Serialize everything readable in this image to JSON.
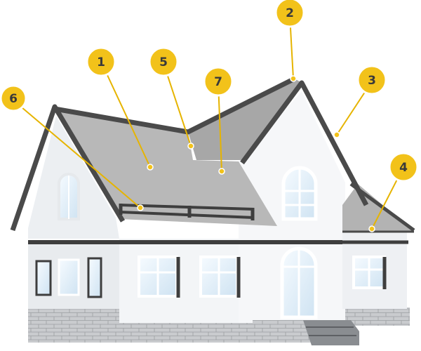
{
  "colors": {
    "badge_fill": "#f2c21a",
    "badge_ring": "#ffffff",
    "badge_text": "#3a3a3a",
    "leader_line": "#e6b400",
    "roof": "#b9b9b9",
    "roof_edge": "#4a4a4a",
    "wall": "#f3f5f7",
    "wall_shade": "#e2e5e9",
    "plinth": "#c9cbce",
    "window_glass": "#dfeef8",
    "frame": "#3e3e3e"
  },
  "callouts": [
    {
      "label": "1"
    },
    {
      "label": "2"
    },
    {
      "label": "3"
    },
    {
      "label": "4"
    },
    {
      "label": "5"
    },
    {
      "label": "6"
    },
    {
      "label": "7"
    }
  ]
}
